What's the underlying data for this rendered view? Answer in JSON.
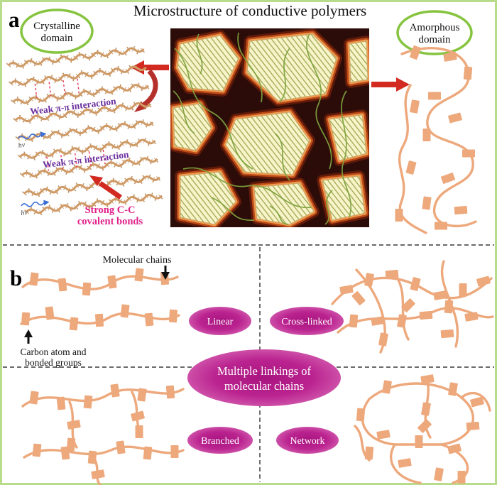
{
  "figure": {
    "title": "Microstructure of conductive polymers",
    "panel_a_label": "a",
    "panel_b_label": "b"
  },
  "panel_a": {
    "crystalline_domain": {
      "line1": "Crystalline",
      "line2": "domain"
    },
    "amorphous_domain": {
      "line1": "Amorphous",
      "line2": "domain"
    },
    "weak_pi_1": "Weak π-π interaction",
    "weak_pi_2": "Weak π-π interaction",
    "strong_cc": {
      "line1": "Strong C-C",
      "line2": "covalent bonds"
    },
    "hv_1": "hν",
    "hv_2": "hν"
  },
  "panel_b": {
    "molecular_chains": "Molecular chains",
    "carbon_atom": {
      "line1": "Carbon atom and",
      "line2": "bonded groups"
    },
    "types": {
      "linear": "Linear",
      "cross_linked": "Cross-linked",
      "branched": "Branched",
      "network": "Network"
    },
    "center": {
      "line1": "Multiple linkings of",
      "line2": "molecular chains"
    }
  },
  "colors": {
    "chain_tan": "#eda87c",
    "crystal_chain_brown": "#cf9a66",
    "magenta_ellipse": "#bb2490",
    "green_accent": "#86c440",
    "red_arrow": "#d22a20",
    "purple_text": "#6b2e9e",
    "magenta_text": "#e0218a",
    "green_chain": "#7da23e",
    "dark_background": "#2b0c08",
    "cream_region": "#f6f4c8"
  }
}
